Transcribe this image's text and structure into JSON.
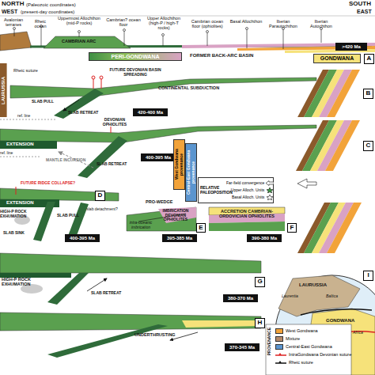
{
  "diagram": {
    "nodes": [
      {
        "text": [
          "PERI-GONDWANA"
        ]
      },
      {
        "text": [
          "GONDWANA"
        ]
      },
      {
        "text": [
          ">420 Ma"
        ]
      },
      {
        "text": [
          "A"
        ]
      },
      {
        "text": [
          "LAURUSSIA"
        ]
      },
      {
        "text": [
          "420-400 Ma"
        ]
      },
      {
        "text": [
          "B"
        ]
      },
      {
        "text": [
          "400-395 Ma"
        ]
      },
      {
        "text": [
          "C"
        ]
      },
      {
        "text": [
          "West Gondwana provenance"
        ]
      },
      {
        "text": [
          "Central-East Gondwana provenance"
        ]
      },
      {
        "text": [
          "RELATIVE PALEOPOSITION",
          "Far-field convergence",
          "Upper Alloch. Units",
          "Basal Alloch. Units"
        ]
      },
      {
        "text": [
          "400-395 Ma"
        ]
      },
      {
        "text": [
          "D"
        ]
      },
      {
        "text": [
          "395-385 Ma"
        ]
      },
      {
        "text": [
          "E"
        ]
      },
      {
        "text": [
          "390-380 Ma"
        ]
      },
      {
        "text": [
          "F"
        ]
      },
      {
        "text": [
          "380-370 Ma"
        ]
      },
      {
        "text": [
          "G"
        ]
      },
      {
        "text": [
          "370-345 Ma"
        ]
      },
      {
        "text": [
          "H"
        ]
      },
      {
        "text": [
          "I"
        ]
      }
    ],
    "labels": [
      "NORTH",
      "(Paleozoic coordinates)",
      "WEST",
      "(present-day coordinates)",
      "SOUTH",
      "EAST",
      "Avalonian terranes",
      "Rheic ocean",
      "Uppermost Allochthon (mid-P rocks)",
      "Cambrian? ocean floor",
      "Upper Allochthon (high-P / high-T rocks)",
      "Cambrian ocean floor (ophiolites)",
      "Basal Allochthon",
      "Iberian Parautochthon",
      "Iberian Autochthon",
      "CAMBRIAN ARC",
      "FORMER BACK-ARC BASIN",
      "Rheic suture",
      "FUTURE DEVONIAN BASIN SPREADING",
      "SLAB PULL",
      "SLAB RETREAT",
      "CONTINENTAL SUBDUCTION",
      "ref. line",
      "DEVONIAN OPHIOLITES",
      "EXTENSION",
      "MANTLE INCURSION",
      "SLAB RETREAT",
      "ref. line",
      "EXTENSION",
      "FUTURE RIDGE COLLAPSE?",
      "slab detachment?",
      "HIGH-P ROCK EXHUMATION",
      "SLAB PULL",
      "SLAB SINK",
      "PRO-WEDGE",
      "intra-oceanic imbrication",
      "IMBRICATION DEVONIAN OPHIOLITES",
      "ACCRETION CAMBRIAN-ORDOVICIAN OPHIOLITES",
      "HIGH-P ROCK EXHUMATION",
      "SLAB RETREAT",
      "UNDERTHRUSTING",
      "LAURUSSIA",
      "Laurentia",
      "Baltica",
      "GONDWANA",
      "Africa",
      "PROVENANCE"
    ],
    "legend": [
      {
        "text": "West Gondwana",
        "color": "#f2a33a"
      },
      {
        "text": "Mixture",
        "color": "#b58a6a"
      },
      {
        "text": "Central-East Gondwana",
        "color": "#5b95cf"
      },
      {
        "text": "IntraGondwana Devonian suture"
      },
      {
        "text": "Rheic suture"
      }
    ]
  }
}
